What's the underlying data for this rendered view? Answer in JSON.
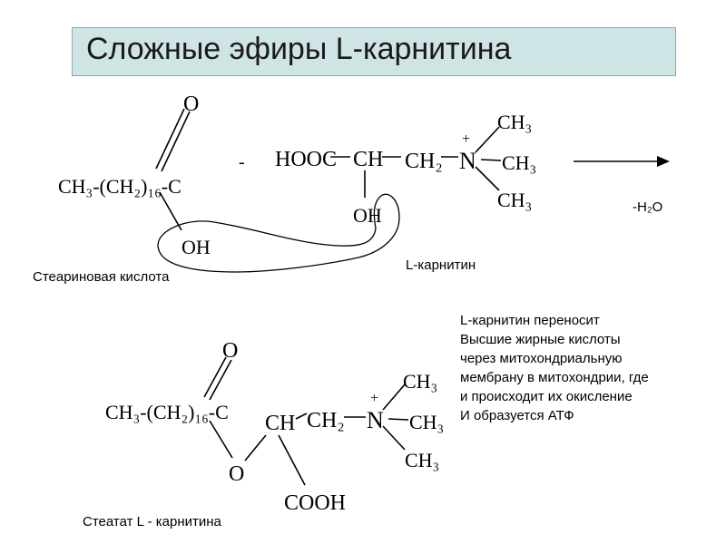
{
  "title": "Сложные эфиры L-карнитина",
  "reagent_acid": {
    "chain": "CH₃-(CH₂)₁₆-C",
    "oxo": "O",
    "hydroxyl": "OH",
    "caption": "Стеариновая кислота"
  },
  "plus_sign": "-",
  "reagent_carnitine": {
    "hooc": "HOOC",
    "ch": "CH",
    "ch2": "CH₂",
    "n": "N",
    "charge": "+",
    "methyl_top": "CH₃",
    "methyl_mid": "CH₃",
    "methyl_bot": "CH₃",
    "hydroxyl": "OH",
    "caption": "L-карнитин"
  },
  "reaction": {
    "byproduct": "-H₂O"
  },
  "description": [
    "L-карнитин переносит",
    "Высшие жирные кислоты",
    "через митохондриальную",
    "мембрану в митохондрии, где",
    "и происходит их окисление",
    "И образуется АТФ"
  ],
  "product": {
    "chain": "CH₃-(CH₂)₁₆-C",
    "oxo": "O",
    "ester_o": "O",
    "ch": "CH",
    "ch2": "CH₂",
    "n": "N",
    "charge": "+",
    "methyl_top": "CH₃",
    "methyl_mid": "CH₃",
    "methyl_bot": "CH₃",
    "cooh": "COOH",
    "caption": "Стеатат  L - карнитина"
  }
}
